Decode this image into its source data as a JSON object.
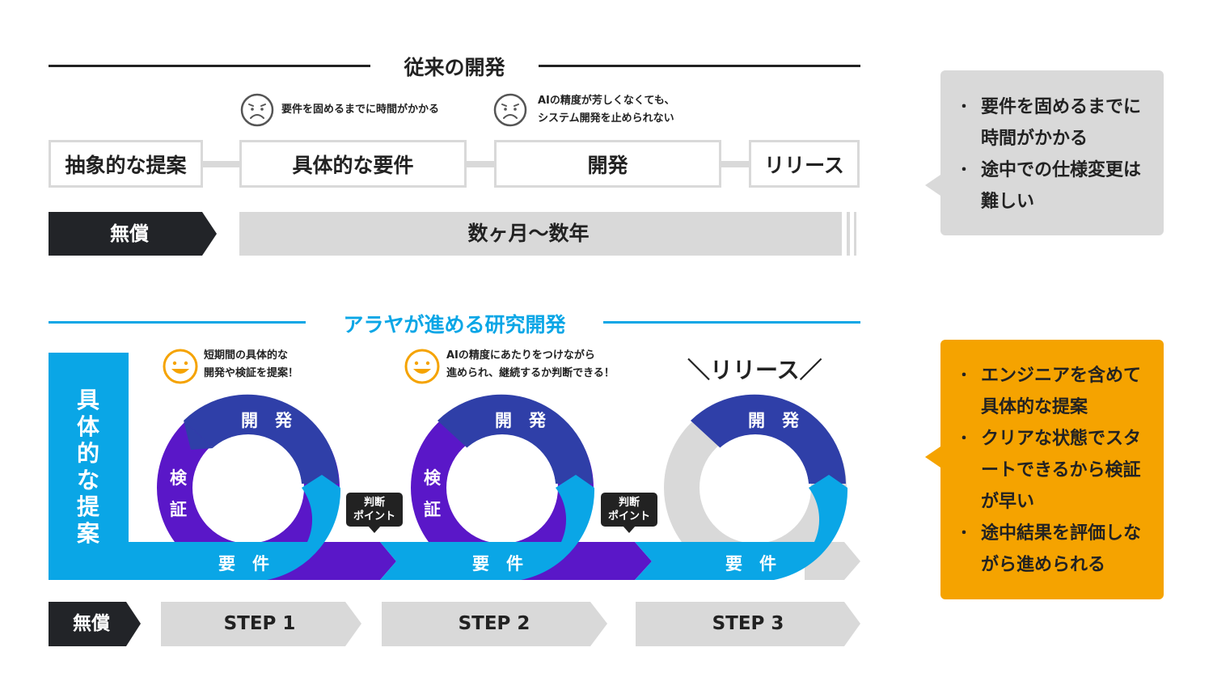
{
  "traditional": {
    "title": "従来の開発",
    "notes": [
      {
        "line1": "要件を固めるまでに時間がかかる",
        "line2": ""
      },
      {
        "line1": "AIの精度が芳しくなくても、",
        "line2": "システム開発を止められない"
      }
    ],
    "steps": [
      "抽象的な提案",
      "具体的な要件",
      "開発",
      "リリース"
    ],
    "free_label": "無償",
    "duration": "数ヶ月〜数年"
  },
  "araya": {
    "title": "アラヤが進める研究開発",
    "side_label": "具体的な提案",
    "notes": [
      {
        "line1": "短期間の具体的な",
        "line2": "開発や検証を提案！"
      },
      {
        "line1": "AIの精度にあたりをつけながら",
        "line2": "進められ、継続するか判断できる！"
      }
    ],
    "release_label": "＼リリース／",
    "cycle_labels": {
      "dev": "開　発",
      "verify_1": "検",
      "verify_2": "証",
      "requirement": "要　件"
    },
    "judgment": {
      "line1": "判断",
      "line2": "ポイント"
    },
    "free_label": "無償",
    "steps": [
      "STEP 1",
      "STEP 2",
      "STEP 3"
    ]
  },
  "callouts": {
    "traditional": [
      "要件を固めるまでに時間がかかる",
      "途中での仕様変更は難しい"
    ],
    "araya": [
      "エンジニアを含めて具体的な提案",
      "クリアな状態でスタートできるから検証が早い",
      "途中結果を評価しながら進められる"
    ]
  },
  "icons": {
    "sad": "sad-face-icon",
    "happy": "happy-face-icon"
  },
  "colors": {
    "dark": "#222428",
    "blue": "#0aa6e6",
    "navy": "#2f3fa8",
    "purple": "#5a17c8",
    "orange": "#f5a300",
    "gray": "#d9d9d9"
  }
}
